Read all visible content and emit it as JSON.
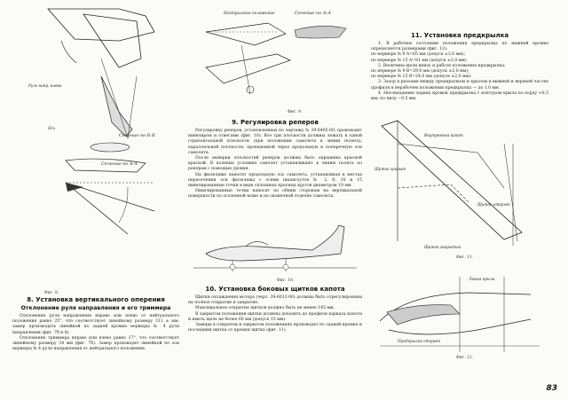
{
  "left": {
    "labels": {
      "rudder": "Руль напр. влево",
      "axis": "Ось",
      "section_bb": "Сечение по Б-Б",
      "section_aa": "Сечение по А-А",
      "fig8": "Фиг. 8."
    },
    "section8": {
      "title": "8. Установка вертикального оперения",
      "subtitle": "Отклонение руля направления и его триммера",
      "paras": [
        "Отклонение руля направления вправо или влево от нейтрального положения равно 25°, что соответствует линейному размеру 311 ± мм; замер производить линейкой по задней кромке нервюры № 4 руля направления (фиг. 7б и 8).",
        "Отклонение триммера вправо или влево равно 17°, что соответствует линейному размеру 34 мм (фиг. 7б). Замер производят линейкой по оси нервюры № 4 руля направления от нейтрального положения."
      ]
    }
  },
  "middle": {
    "labels": {
      "top_left": "Нейтральное положение",
      "section_aa": "Сечение по А-А",
      "fig9": "Фиг. 9."
    },
    "section9": {
      "title": "9. Регулировка реперов",
      "paras": [
        "Регулировку реперов, установленных по чертежу № 39-0405-00, производят нивелиром и отвесами (фиг. 10). Все три плоскости должны лежать в одной горизонтальной плоскости (при положении самолета в линии полета), параллельной плоскости, проведенной через продольную и поперечную оси самолета.",
        "После выверки плоскостей реперов должны быть окрашены красной краской. В полевых условиях самолет устанавливают в линию полета по реперам с помощью уровня.",
        "На фюзеляже наносят продольную ось самолета, устанавливая в местах пересечения оси фюзеляжа с осями шпангоутов № 2, 6, 10 и 15 нивелированные точки в виде сплошных красных кругов диаметром 10 мм.",
        "Нивелированные точки наносят по обеим сторонам на вертикальной поверхности по оголенной коже и на оконечной отделке самолета."
      ]
    },
    "fig10": "Фиг. 10.",
    "section10": {
      "title": "10. Установка боковых щитков капота",
      "paras": [
        "Щитки охлаждения мотора (черт. 39-6012-00) должны быть отрегулированы на полное открытие и закрытие.",
        "Максимальное открытие щитков должно быть не менее 145 мм.",
        "В закрытом положении щитки должны доходить до профиля каркаса капота и иметь щель не более 60 мм (допуск 15 мм).",
        "Замеры в открытом и закрытом положениях производят по задней кромке и последним щитка от кромки щитка (фиг. 11)."
      ]
    }
  },
  "right": {
    "section11": {
      "title": "11. Установка предкрылка",
      "paras": [
        "1. В рабочем состоянии положения предкрылка по нижней кромке определяется размерами (фиг. 12):",
        "по нервюре № 9 A=65 мм (допуск ±3,0 мм);",
        "по нервюре № 15 A=81 мм (допуск ±3,0 мм).",
        "2. Величина щели внизу и работе положения предкрылка:",
        "по нервюре № 9 B=29,0 мм (допуск ±2,0 мм);",
        "по нервюре № 15 B=24,0 мм (допуск ±2,0 мм).",
        "3. Зазор в разъеме между предкрылком и крылом в нижней и верхней частях профиля в нерабочем положении предкрылка — до 1,0 мм.",
        "4. Несовпадение задних кромок предкрылка с контуром крыла по хорду +0,5 мм; по низу −0,5 мм."
      ]
    },
    "labels": {
      "inner_closed": "Внутренний капот",
      "stop": "Щиток закрыт",
      "open_label": "Щиток открыт",
      "nominal": "Щиток закрытый",
      "fig11": "Фиг. 11.",
      "wing_profile": "Линия крыла",
      "slat_open": "Предкрылок открыт",
      "fig12": "Фиг. 12."
    }
  },
  "page_number": "83"
}
